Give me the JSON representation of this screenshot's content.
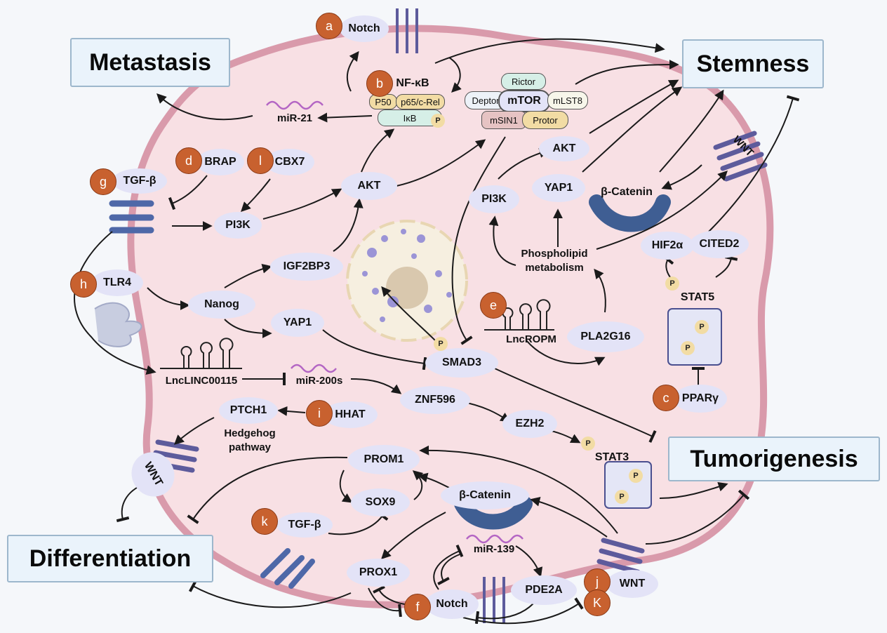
{
  "outcomes": {
    "metastasis": "Metastasis",
    "stemness": "Stemness",
    "tumorigenesis": "Tumorigenesis",
    "differentiation": "Differentiation"
  },
  "badges": {
    "a": "a",
    "b": "b",
    "c": "c",
    "d": "d",
    "e": "e",
    "f": "f",
    "g": "g",
    "h": "h",
    "i": "i",
    "j": "j",
    "k": "k",
    "K": "K",
    "l": "l"
  },
  "nodes": {
    "notch_top": "Notch",
    "nfkb": "NF-κB",
    "mir21": "miR-21",
    "brap": "BRAP",
    "cbx7": "CBX7",
    "tgfb_top": "TGF-β",
    "pi3k_left": "PI3K",
    "akt_center": "AKT",
    "tlr4": "TLR4",
    "nanog": "Nanog",
    "igf2bp3": "IGF2BP3",
    "yap1_left": "YAP1",
    "akt_right": "AKT",
    "pi3k_right": "PI3K",
    "yap1_right": "YAP1",
    "beta_catenin_top": "β-Catenin",
    "wnt_top": "WNT",
    "hif2a": "HIF2α",
    "cited2": "CITED2",
    "stat5": "STAT5",
    "pparg": "PPARγ",
    "phospholipid": "Phospholipid metabolism",
    "pla2g16": "PLA2G16",
    "lncropm": "LncROPM",
    "smad3": "SMAD3",
    "lnclinc": "LncLINC00115",
    "mir200s": "miR-200s",
    "znf596": "ZNF596",
    "ezh2": "EZH2",
    "stat3": "STAT3",
    "ptch1": "PTCH1",
    "hhat": "HHAT",
    "hedgehog": "Hedgehog pathway",
    "wnt_left": "WNT",
    "prom1": "PROM1",
    "sox9": "SOX9",
    "tgfb_bottom": "TGF-β",
    "beta_catenin_bottom": "β-Catenin",
    "mir139": "miR-139",
    "prox1": "PROX1",
    "pde2a": "PDE2A",
    "notch_bottom": "Notch",
    "wnt_bottom": "WNT"
  },
  "complexes": {
    "nfkb_subunits": [
      "P50",
      "p65/c-Rel",
      "IκB"
    ],
    "mtor": {
      "core": "mTOR",
      "rictor": "Rictor",
      "deptor": "Deptor",
      "mlst8": "mLST8",
      "msin1": "mSIN1",
      "protor": "Protor"
    }
  },
  "phospho_label": "P",
  "colors": {
    "cell_fill": "#f8e0e4",
    "cell_border": "#d99aab",
    "node": "#e3e3f7",
    "badge": "#c8612f",
    "outcome_bg": "#eaf3fb",
    "receptor": "#5d5b9c",
    "catenin": "#3f5e93"
  }
}
